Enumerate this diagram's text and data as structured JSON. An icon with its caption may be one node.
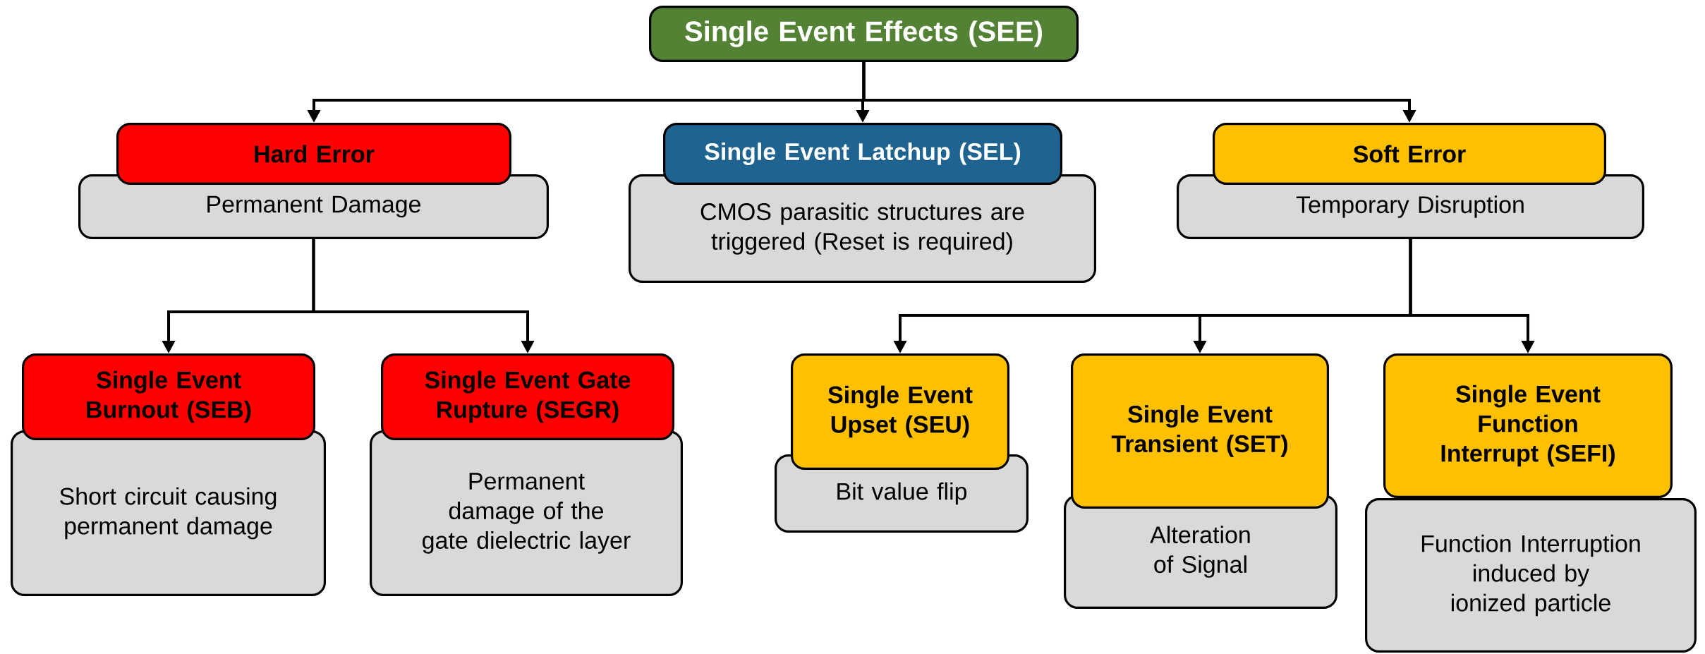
{
  "diagram": {
    "nodes": [
      {
        "text": [
          "Single Event Effects (SEE)"
        ]
      },
      {
        "text": [
          "Hard Error"
        ]
      },
      {
        "text": [
          "Permanent Damage"
        ]
      },
      {
        "text": [
          "Single Event Latchup (SEL)"
        ]
      },
      {
        "text": [
          "CMOS parasitic structures are triggered (Reset is required)"
        ]
      },
      {
        "text": [
          "Soft Error"
        ]
      },
      {
        "text": [
          "Temporary Disruption"
        ]
      },
      {
        "text": [
          "Single Event Burnout (SEB)"
        ]
      },
      {
        "text": [
          "Short circuit causing permanent damage"
        ]
      },
      {
        "text": [
          "Single Event Gate Rupture (SEGR)"
        ]
      },
      {
        "text": [
          "Permanent damage of the gate dielectric layer"
        ]
      },
      {
        "text": [
          "Single Event Upset (SEU)"
        ]
      },
      {
        "text": [
          "Bit value flip"
        ]
      },
      {
        "text": [
          "Single Event Transient (SET)"
        ]
      },
      {
        "text": [
          "Alteration of Signal"
        ]
      },
      {
        "text": [
          "Single Event Function Interrupt (SEFI)"
        ]
      },
      {
        "text": [
          "Function Interruption induced by ionized particle"
        ]
      }
    ],
    "edges": [
      {
        "from": 0,
        "to": 1,
        "arrow": "to"
      },
      {
        "from": 0,
        "to": 3,
        "arrow": "to"
      },
      {
        "from": 0,
        "to": 5,
        "arrow": "to"
      },
      {
        "from": 2,
        "to": 7,
        "arrow": "to"
      },
      {
        "from": 2,
        "to": 9,
        "arrow": "to"
      },
      {
        "from": 6,
        "to": 11,
        "arrow": "to"
      },
      {
        "from": 6,
        "to": 13,
        "arrow": "to"
      },
      {
        "from": 6,
        "to": 15,
        "arrow": "to"
      }
    ]
  }
}
